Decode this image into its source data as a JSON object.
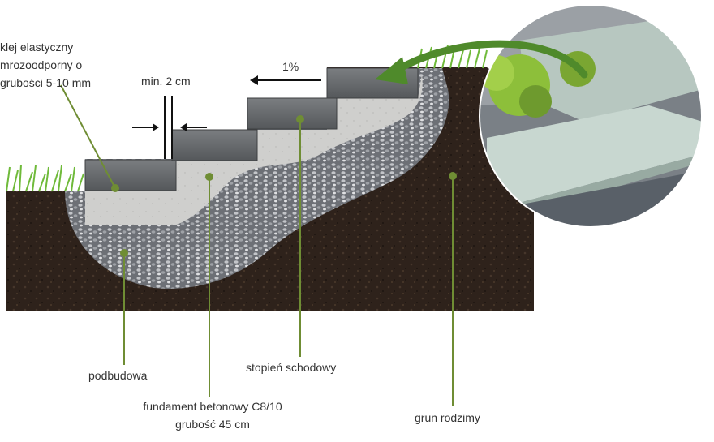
{
  "labels": {
    "glue_line1": "klej elastyczny",
    "glue_line2": "mrozoodporny o",
    "glue_line3": "grubości 5-10 mm",
    "gap": "min. 2 cm",
    "slope": "1%",
    "subbase": "podbudowa",
    "step": "stopień schodowy",
    "foundation_line1": "fundament betonowy C8/10",
    "foundation_line2": "grubość 45 cm",
    "soil": "grun rodzimy"
  },
  "colors": {
    "soil": "#2e221b",
    "gravel": "#8d8f95",
    "concrete": "#cfcfcd",
    "step_face": "#5f6163",
    "step_top": "#808285",
    "grass": "#6fba3a",
    "leader": "#6f8d34",
    "arrow_green": "#4f8a2b",
    "photo_paving": "#b7c7c0",
    "photo_gravel": "#777d82",
    "photo_shrub": "#8dbf3a"
  },
  "icons": {
    "gap_arrows": "arrow-right-left-icon",
    "slope_arrow": "arrow-left-icon",
    "curved_arrow": "curved-arrow-icon"
  }
}
